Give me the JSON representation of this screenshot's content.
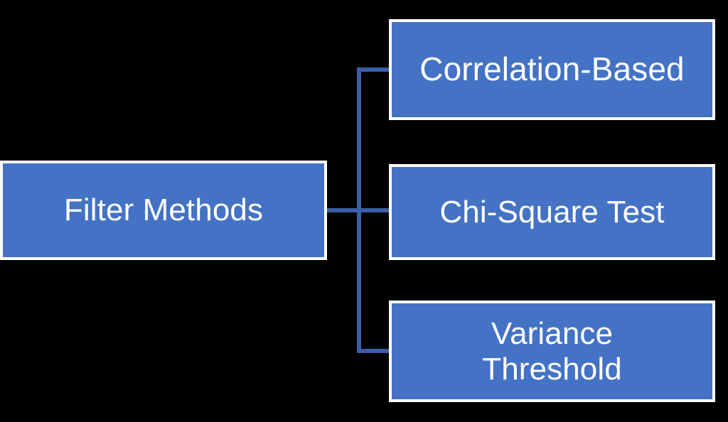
{
  "diagram": {
    "title": "Filter Methods",
    "type": "hierarchy-tree",
    "orientation": "left-to-right",
    "colors": {
      "background": "#000000",
      "node_fill": "#4472C4",
      "node_border": "#FFFFFF",
      "node_text": "#FFFFFF",
      "connector": "#3B5EA8"
    },
    "root": {
      "label": "Filter Methods"
    },
    "children": [
      {
        "label": "Correlation-Based"
      },
      {
        "label": "Chi-Square Test"
      },
      {
        "label": "Variance\nThreshold"
      }
    ],
    "connectors": [
      {
        "name": "trunk-stem-from-root",
        "orientation": "horizontal"
      },
      {
        "name": "trunk-vertical",
        "orientation": "vertical"
      },
      {
        "name": "branch-to-correlation",
        "orientation": "horizontal"
      },
      {
        "name": "branch-to-chi-square",
        "orientation": "horizontal"
      },
      {
        "name": "branch-to-variance",
        "orientation": "horizontal"
      }
    ]
  }
}
